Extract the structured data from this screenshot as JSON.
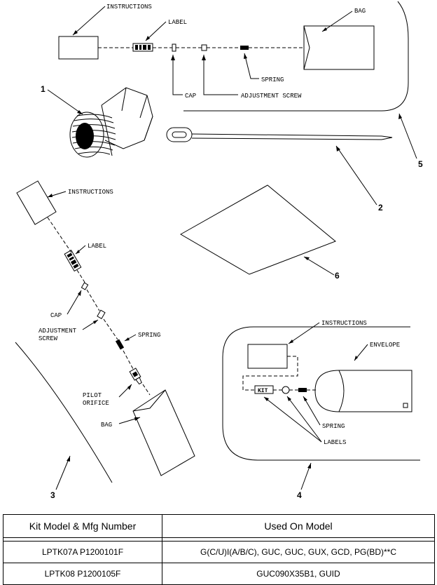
{
  "diagram": {
    "labels": {
      "instructions_top": "INSTRUCTIONS",
      "label_top": "LABEL",
      "bag_top": "BAG",
      "cap_top": "CAP",
      "adjustment_screw_top": "ADJUSTMENT SCREW",
      "spring_top": "SPRING",
      "instructions_left": "INSTRUCTIONS",
      "label_left": "LABEL",
      "cap_left": "CAP",
      "adjustment_left_1": "ADJUSTMENT",
      "adjustment_left_2": "SCREW",
      "spring_left": "SPRING",
      "pilot_1": "PILOT",
      "pilot_2": "ORIFICE",
      "bag_left": "BAG",
      "instructions_right": "INSTRUCTIONS",
      "envelope": "ENVELOPE",
      "spring_right": "SPRING",
      "labels_right": "LABELS",
      "label_tag_text": "KIT"
    },
    "callouts": {
      "c1": "1",
      "c2": "2",
      "c3": "3",
      "c4": "4",
      "c5": "5",
      "c6": "6"
    }
  },
  "table": {
    "headers": [
      "Kit Model & Mfg Number",
      "Used On Model"
    ],
    "rows": [
      [
        "LPTK07A P1200101F",
        "G(C/U)I(A/B/C), GUC, GUC, GUX, GCD, PG(BD)**C"
      ],
      [
        "LPTK08 P1200105F",
        "GUC090X35B1, GUID"
      ]
    ]
  }
}
